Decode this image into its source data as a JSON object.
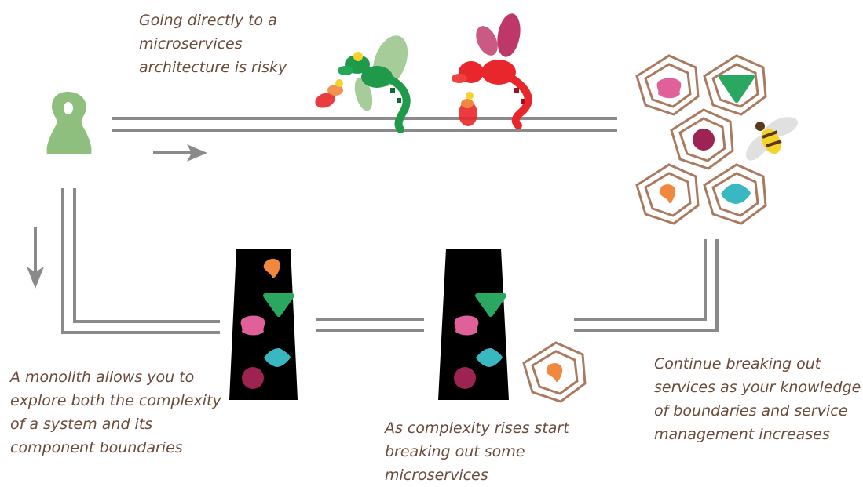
{
  "captions": {
    "risky": [
      "Going directly to a",
      "microservices",
      "architecture is risky"
    ],
    "monolith": [
      "A monolith allows you to",
      "explore both the complexity",
      "of a system and its",
      "component boundaries"
    ],
    "complexity": [
      "As complexity rises start",
      "breaking out some",
      "microservices"
    ],
    "continue": [
      "Continue breaking out",
      "services as your knowledge",
      "of boundaries and service",
      "management increases"
    ]
  },
  "colors": {
    "track": "#8a8a8a",
    "arrow": "#8a8a8a",
    "pawn": "#8fbf7f",
    "hex_outline": "#a97a60",
    "monolith": "#000000",
    "pink": "#e0609a",
    "green": "#2aa861",
    "maroon": "#9c2352",
    "orange": "#f0883e",
    "teal": "#3ab8c2",
    "dragon_green": "#1e9a4a",
    "dragon_red": "#e8262b",
    "bee": "#f5d22c",
    "caption_text": "#6b4a3a"
  },
  "icons": [
    "pawn-icon",
    "dragon-green-icon",
    "dragon-red-icon",
    "bee-icon",
    "arrow-right-icon",
    "arrow-down-icon"
  ]
}
